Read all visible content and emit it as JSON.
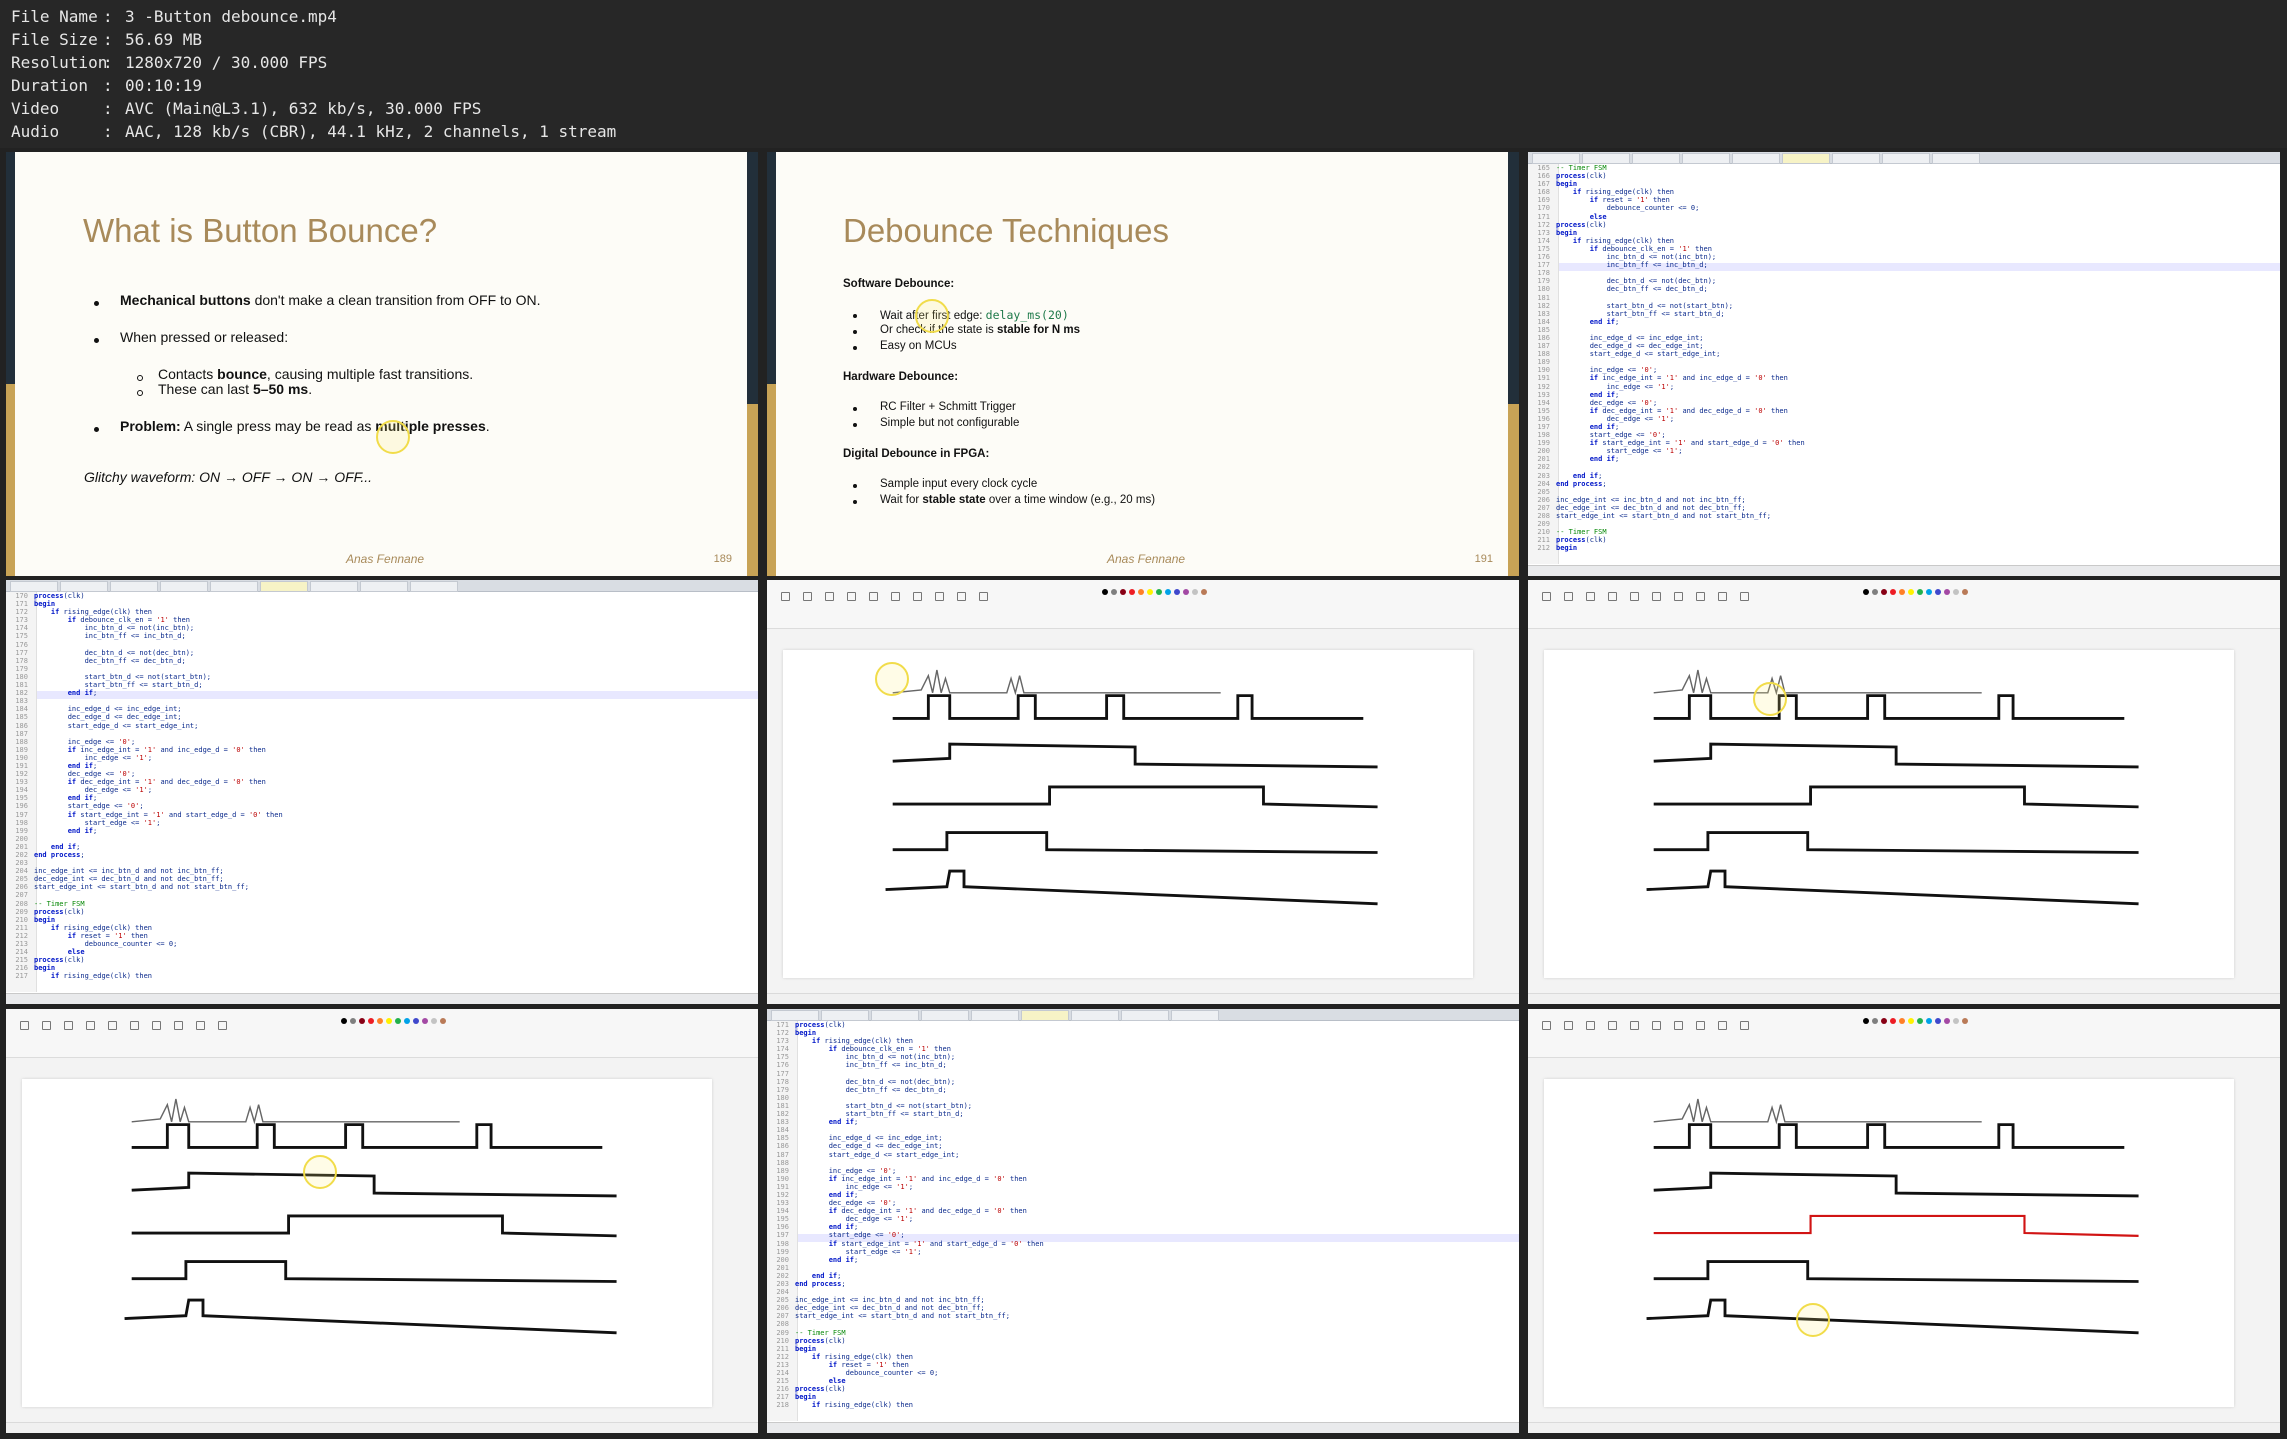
{
  "meta": [
    {
      "key": "File Name",
      "value": "3 -Button debounce.mp4"
    },
    {
      "key": "File Size",
      "value": "56.69 MB"
    },
    {
      "key": "Resolution",
      "value": "1280x720 / 30.000 FPS"
    },
    {
      "key": "Duration",
      "value": "00:10:19"
    },
    {
      "key": "Video",
      "value": "AVC (Main@L3.1), 632 kb/s, 30.000 FPS"
    },
    {
      "key": "Audio",
      "value": "AAC, 128 kb/s (CBR), 44.1 kHz, 2 channels, 1 stream"
    }
  ],
  "slide1": {
    "title": "What is Button Bounce?",
    "l1_bold": "Mechanical buttons",
    "l1_rest": " don't make a clean transition from OFF to ON.",
    "l2": "When pressed or released:",
    "l3_a": "Contacts ",
    "l3_bold": "bounce",
    "l3_c": ", causing multiple fast transitions.",
    "l4_a": "These can last ",
    "l4_bold": "5–50 ms",
    "l4_c": ".",
    "l5_bold": "Problem:",
    "l5_a": " A single press may be read as ",
    "l5_bold2": "multiple presses",
    "l5_c": ".",
    "l6": "Glitchy waveform: ON → OFF → ON → OFF...",
    "footer": "Anas Fennane",
    "page": "189"
  },
  "slide2": {
    "title": "Debounce Techniques",
    "h1": "Software Debounce:",
    "s1_a": "Wait after first edge: ",
    "s1_code": "delay_ms(20)",
    "s2_a": "Or check if the state is ",
    "s2_bold": "stable for N ms",
    "s3": "Easy on MCUs",
    "h2": "Hardware Debounce:",
    "s4": "RC Filter + Schmitt Trigger",
    "s5": "Simple but not configurable",
    "h3": "Digital Debounce in FPGA:",
    "s6": "Sample input every clock cycle",
    "s7_a": "Wait for ",
    "s7_bold": "stable state",
    "s7_c": " over a time window (e.g., 20 ms)",
    "footer": "Anas Fennane",
    "page": "191"
  },
  "colors": {
    "slide_title": "#a88a5a",
    "slide_dark": "#222f3a",
    "slide_gold": "#c8a356",
    "code_keyword": "#0016c8",
    "code_string": "#b00000",
    "code_comment": "#0a8a0a",
    "paint_red": "#d11414",
    "cursor_ring": "#f1dc4a"
  },
  "icons": {
    "cursor": "pointer-ring-icon",
    "paint_tools": [
      "select-icon",
      "crop-icon",
      "pencil-icon",
      "fill-icon",
      "text-icon",
      "eraser-icon",
      "brush-icon",
      "shapes-icon",
      "size-icon",
      "color-palette-icon"
    ]
  }
}
